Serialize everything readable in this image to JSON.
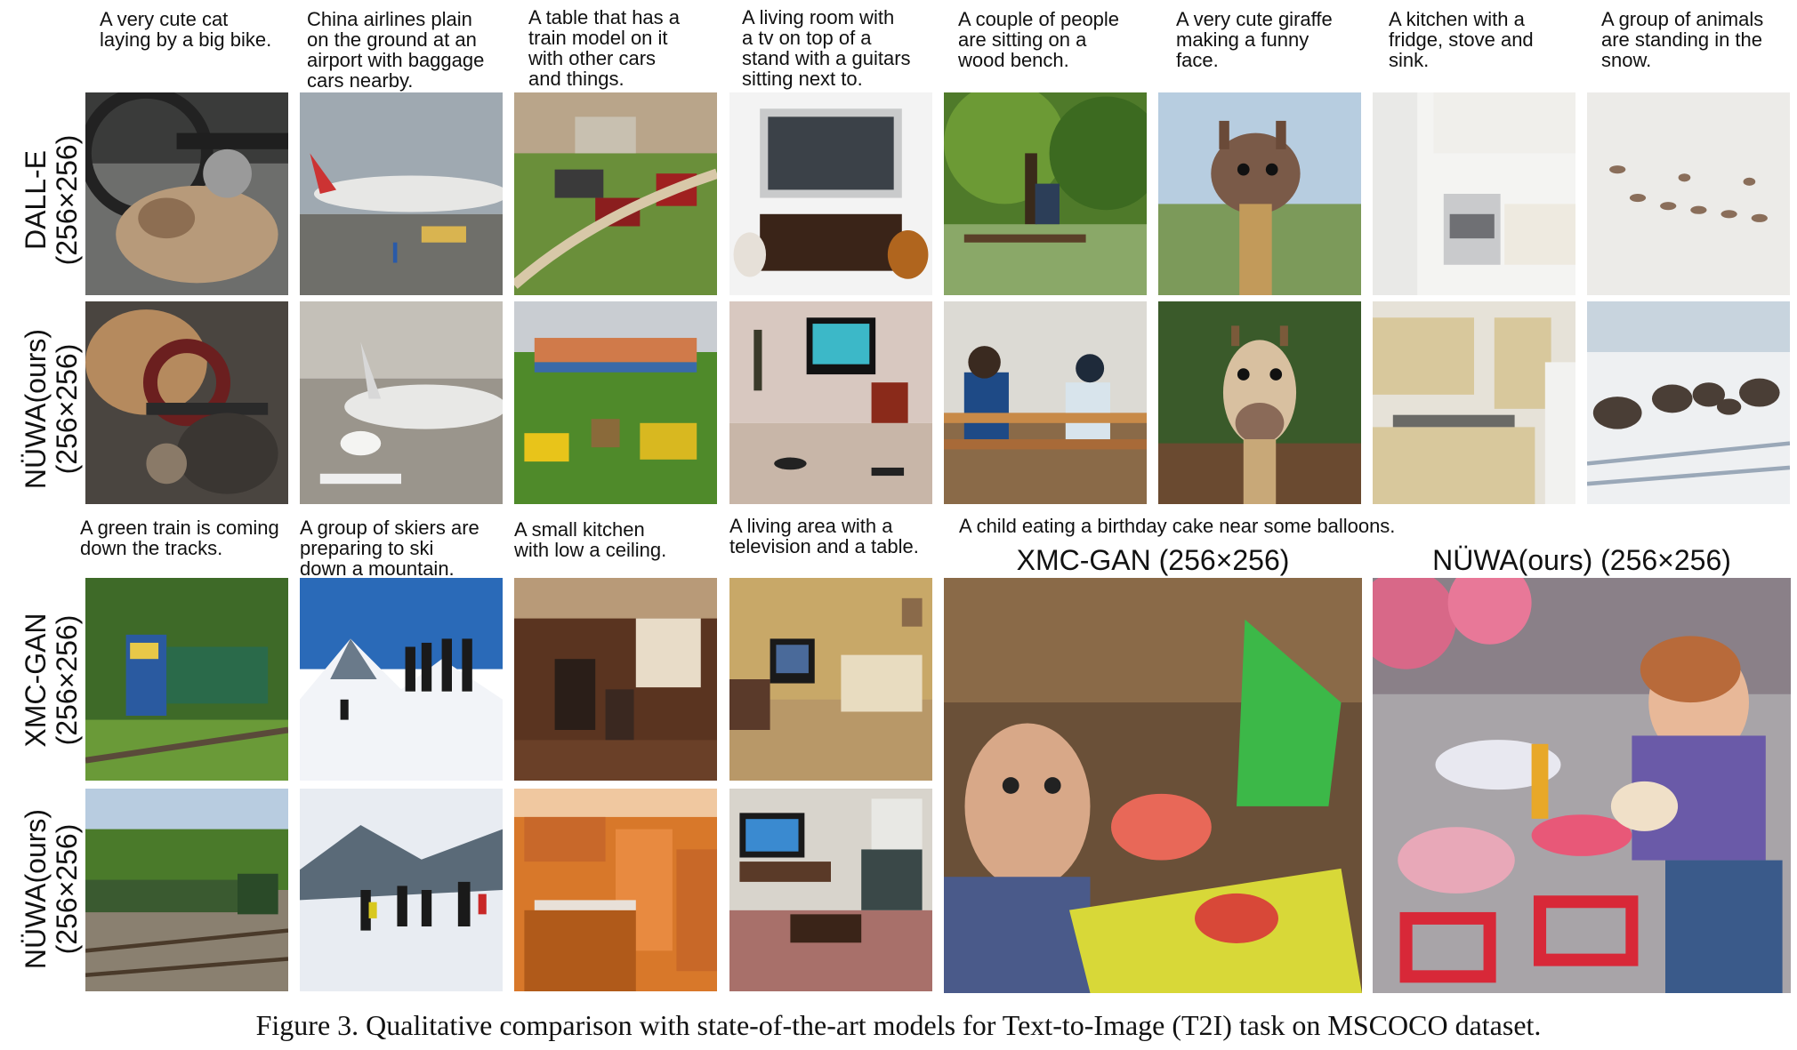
{
  "top_captions": [
    "A very cute cat\nlaying by a big bike.",
    "China airlines plain\non the ground at an\nairport with baggage\ncars nearby.",
    "A table that has a\ntrain model on it\nwith other cars\nand things.",
    "A living room with\na tv on top of a\nstand with a guitars\nsitting next to.",
    "A couple of people\nare sitting on a\nwood bench.",
    "A very cute giraffe\nmaking a funny\nface.",
    "A kitchen with a\nfridge, stove and\nsink.",
    "A group of animals\nare standing in the\nsnow."
  ],
  "bottom_captions": [
    "A green train is coming\ndown the tracks.",
    "A group of skiers are\npreparing to ski\ndown a mountain.",
    "A small kitchen\nwith low a ceiling.",
    "A living area with a\ntelevision and a table.",
    "A child eating a birthday cake near some balloons."
  ],
  "row_labels": {
    "dalle": [
      "DALL-E",
      "(256×256)"
    ],
    "nuwa_top": [
      "NÜWA(ours)",
      "(256×256)"
    ],
    "xmcgan": [
      "XMC-GAN",
      "(256×256)"
    ],
    "nuwa_bottom": [
      "NÜWA(ours)",
      "(256×256)"
    ]
  },
  "large_titles": {
    "xmcgan": "XMC-GAN (256×256)",
    "nuwa": "NÜWA(ours) (256×256)"
  },
  "figure_caption": "Figure 3. Qualitative comparison with state-of-the-art models for Text-to-Image (T2I) task on MSCOCO dataset."
}
